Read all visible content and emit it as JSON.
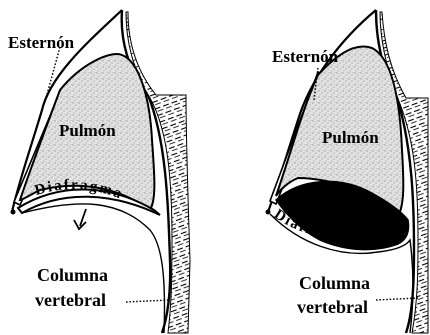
{
  "panels": [
    {
      "id": "left",
      "labels": {
        "sternum": "Esternón",
        "lung": "Pulmón",
        "diaphragm": "Diafragma",
        "spine_line1": "Columna",
        "spine_line2": "vertebral"
      }
    },
    {
      "id": "right",
      "labels": {
        "sternum": "Esternón",
        "lung": "Pulmón",
        "diaphragm": "Diafragma",
        "spine_line1": "Columna",
        "spine_line2": "vertebral"
      }
    }
  ],
  "colors": {
    "ink": "#000000",
    "lung_fill": "#dcdcdc",
    "background": "#ffffff"
  }
}
